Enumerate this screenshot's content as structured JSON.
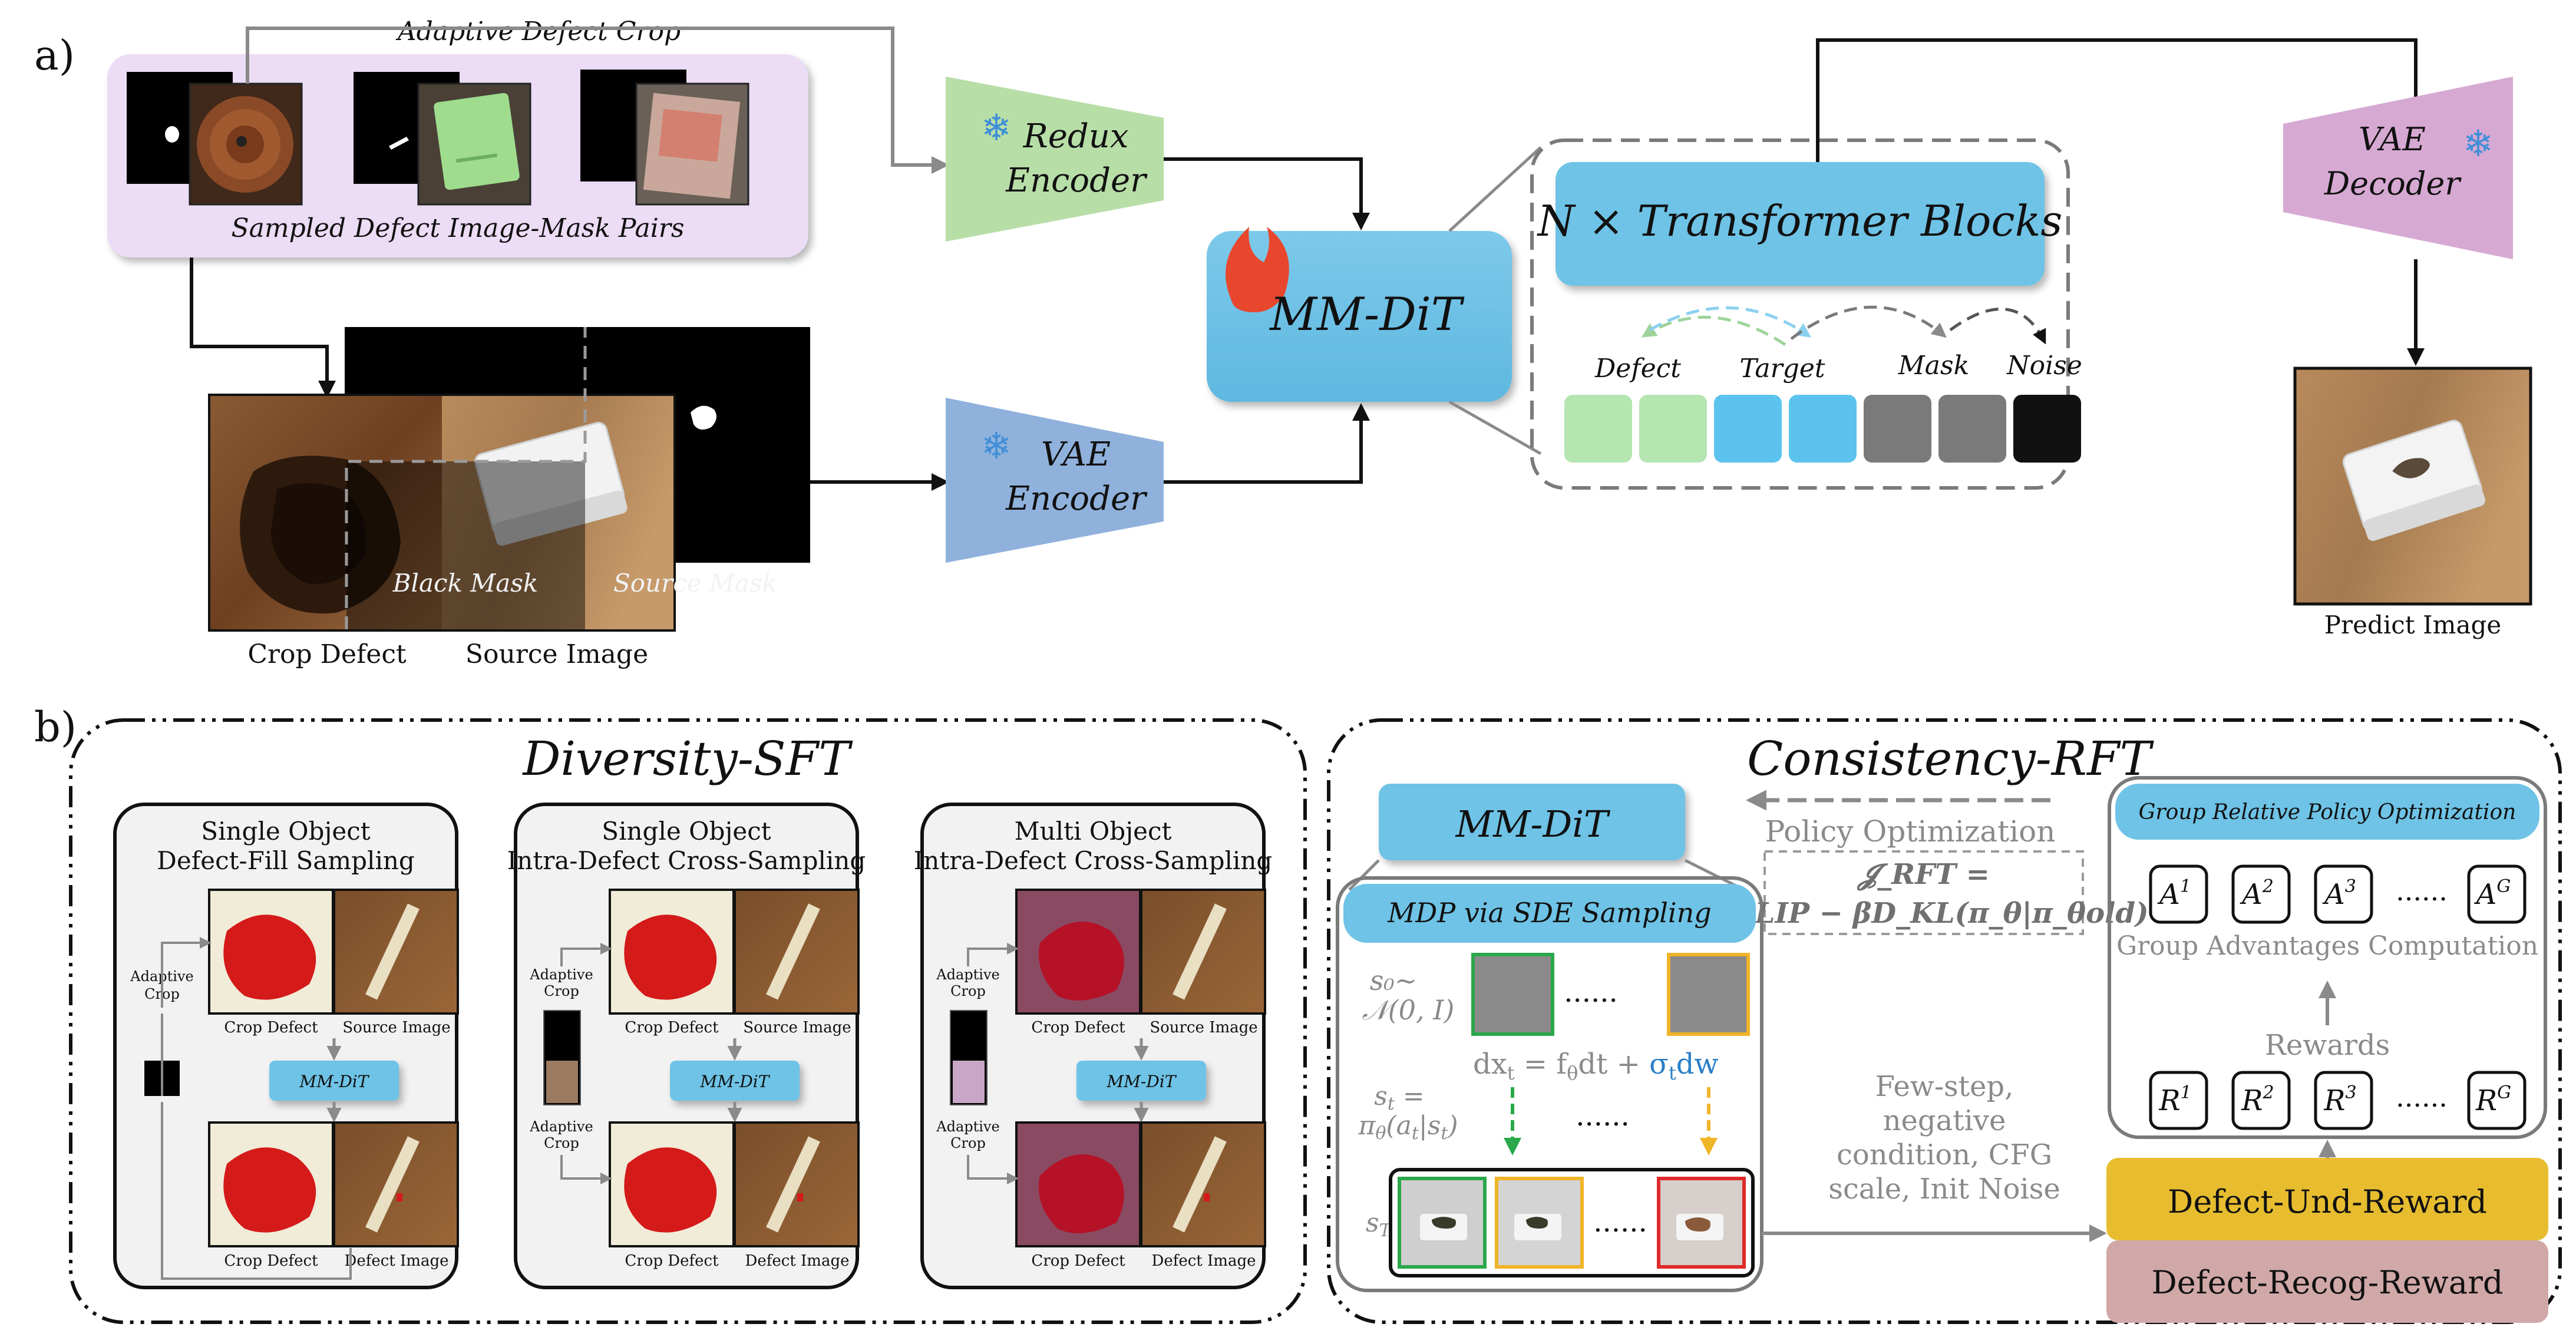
{
  "panel_labels": {
    "a": "a)",
    "b": "b)"
  },
  "top": {
    "adaptive_defect_crop": "Adaptive Defect Crop",
    "sampled_pairs": "Sampled Defect Image-Mask Pairs",
    "redux_encoder": [
      "Redux",
      "Encoder"
    ],
    "vae_encoder": [
      "VAE",
      "Encoder"
    ],
    "vae_decoder": [
      "VAE",
      "Decoder"
    ],
    "mmdit": "MM-DiT",
    "transformer_blocks": "N × Transformer Blocks",
    "tokens": {
      "defect": "Defect",
      "target": "Target",
      "mask": "Mask",
      "noise": "Noise"
    },
    "black_mask": "Black Mask",
    "source_mask": "Source Mask",
    "crop_defect": "Crop Defect",
    "source_image": "Source Image",
    "predict_image": "Predict Image"
  },
  "sft": {
    "title": "Diversity-SFT",
    "col1_title": [
      "Single Object",
      "Defect-Fill Sampling"
    ],
    "col2_title": [
      "Single Object",
      "Intra-Defect Cross-Sampling"
    ],
    "col3_title": [
      "Multi Object",
      "Intra-Defect Cross-Sampling"
    ],
    "adaptive_crop": [
      "Adaptive",
      "Crop"
    ],
    "crop_defect": "Crop Defect",
    "source_image": "Source Image",
    "defect_image": "Defect Image",
    "mmdit": "MM-DiT"
  },
  "rft": {
    "title": "Consistency-RFT",
    "mmdit": "MM-DiT",
    "policy_optimization": "Policy Optimization",
    "objective_line1": "𝓙_RFT =",
    "objective_line2": "𝓙_CLIP − βD_KL(π_θ|π_θold)",
    "mdp": "MDP via SDE Sampling",
    "s0_line1": "s₀∼",
    "s0_line2": "𝒩(0, I)",
    "dots": "......",
    "sde_eq_left": "dx",
    "sde_eq_mid": " = f",
    "sde_eq_right": "dt + ",
    "sde_sigma": "σ",
    "sde_dw": "dw",
    "st_line1": "s",
    "st_line2": "π",
    "sT": "s",
    "side_text": [
      "Few-step,",
      "negative",
      "condition, CFG",
      "scale, Init Noise"
    ],
    "grpo": "Group Relative Policy Optimization",
    "advantages_label": "Group Advantages Computation",
    "rewards_label": "Rewards",
    "adv_items": [
      "A",
      "A",
      "A",
      "A"
    ],
    "adv_sups": [
      "1",
      "2",
      "3",
      "G"
    ],
    "reward_items": [
      "R",
      "R",
      "R",
      "R"
    ],
    "reward_sups": [
      "1",
      "2",
      "3",
      "G"
    ],
    "und_reward": "Defect-Und-Reward",
    "recog_reward": "Defect-Recog-Reward"
  },
  "colors": {
    "lavender": "#ecdcf5",
    "redux_green": "#b8dea8",
    "vae_blue": "#8fb1dc",
    "decoder_pink": "#d6a9d3",
    "mmdit_blue": "#6ec3e6",
    "token_green": "#b5e5b1",
    "token_blue": "#5cc3ee",
    "token_grey": "#7a7a7a",
    "token_black": "#111111",
    "und_yellow": "#e7bd2f",
    "recog_pink": "#d1a8a8",
    "flame": "#e8472e",
    "snow": "#3f8fd8"
  }
}
